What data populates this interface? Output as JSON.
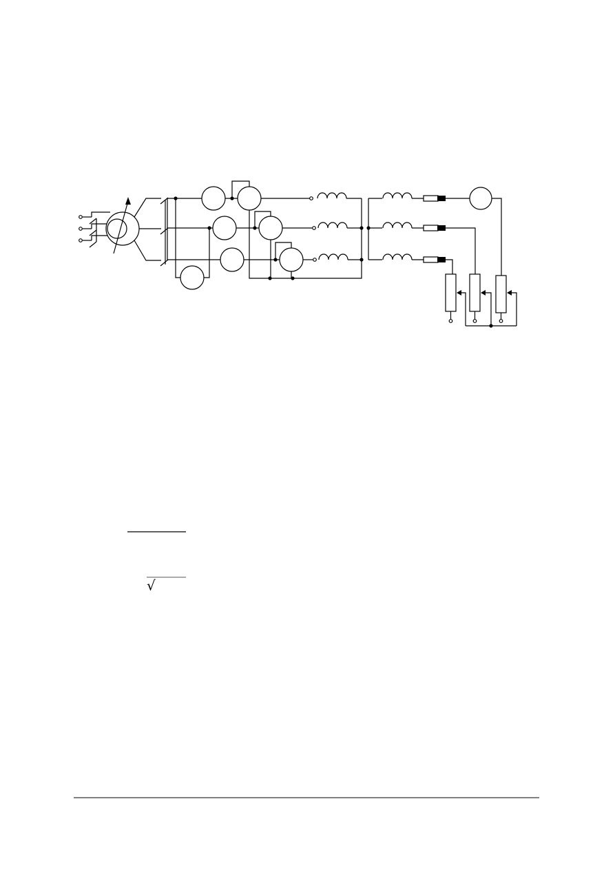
{
  "page": {
    "figure": {
      "kind": "three-phase circuit diagram",
      "elements": [
        "input-terminals",
        "regulating-transformer",
        "meters",
        "inductors",
        "current-transformers",
        "rheostats"
      ]
    },
    "formula": {
      "fraction_bar": true,
      "sqrt_symbol": "√"
    },
    "footer": {
      "rule": true
    }
  }
}
